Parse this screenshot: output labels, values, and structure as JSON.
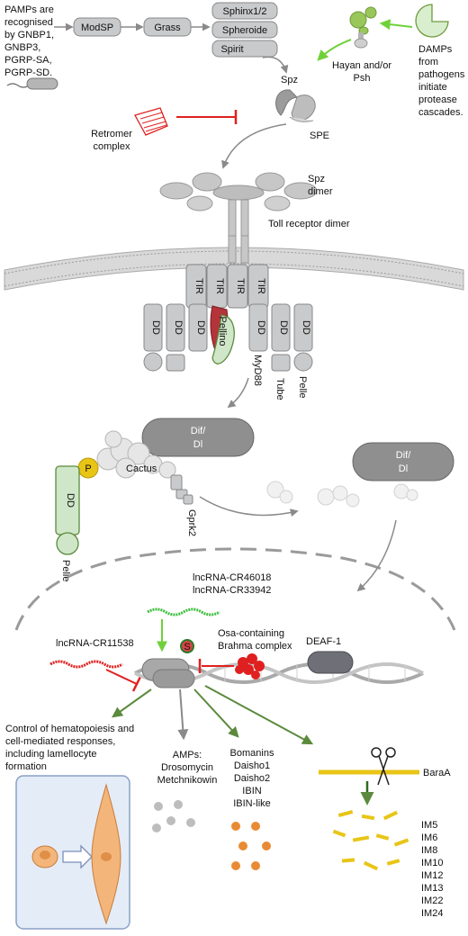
{
  "pamps_text": [
    "PAMPs are",
    "recognised",
    "by GNBP1,",
    "GNBP3,",
    "PGRP-SA,",
    "PGRP-SD."
  ],
  "cascade": {
    "modsp": "ModSP",
    "grass": "Grass",
    "sphinx": "Sphinx1/2",
    "spheroide": "Spheroide",
    "spirit": "Spirit"
  },
  "spz": "Spz",
  "spe": "SPE",
  "hayan": [
    "Hayan and/or",
    "Psh"
  ],
  "damps_text": [
    "DAMPs",
    "from",
    "pathogens",
    "initiate",
    "protease",
    "cascades."
  ],
  "retromer": [
    "Retromer",
    "complex"
  ],
  "spz_dimer": [
    "Spz",
    "dimer"
  ],
  "toll_receptor": "Toll receptor dimer",
  "tir": "TIR",
  "dd": "DD",
  "pellino": "Pellino",
  "myd88": "MyD88",
  "tube": "Tube",
  "pelle": "Pelle",
  "p_label": "P",
  "cactus": "Cactus",
  "dif_dl": [
    "Dif/",
    "Dl"
  ],
  "gprk2": "Gprk2",
  "lncrna_top": [
    "lncRNA-CR46018",
    "lncRNA-CR33942"
  ],
  "lncrna_left": "lncRNA-CR11538",
  "osa": [
    "Osa-containing",
    "Brahma complex"
  ],
  "deaf": "DEAF-1",
  "s_label": "S",
  "control_text": [
    "Control of hematopoiesis and",
    "cell-mediated responses,",
    "including lamellocyte",
    "formation"
  ],
  "amps": [
    "AMPs:",
    "Drosomycin",
    "Metchnikowin"
  ],
  "bomanins": [
    "Bomanins",
    "Daisho1",
    "Daisho2",
    "IBIN",
    "IBIN-like"
  ],
  "baraa": "BaraA",
  "im_list": [
    "IM5",
    "IM6",
    "IM8",
    "IM10",
    "IM12",
    "IM13",
    "IM22",
    "IM24"
  ],
  "colors": {
    "grey_box": "#c9cacc",
    "green_arrow": "#5b8a3c",
    "bright_green": "#6fd13a",
    "red": "#e02020",
    "yellow": "#e8c516",
    "orange": "#e98b34",
    "pellino_red": "#b5333a",
    "light_green": "#cfe6c8",
    "blue_box": "#e4ecf7"
  }
}
